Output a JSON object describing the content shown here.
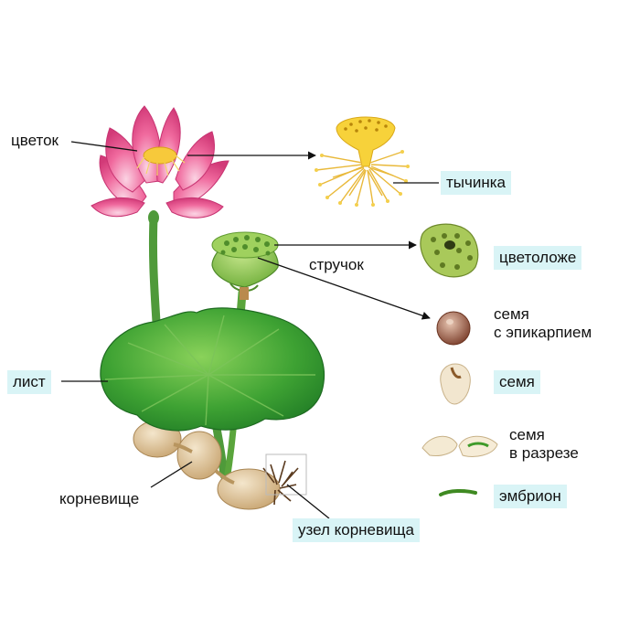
{
  "labels": {
    "flower": "цветок",
    "stamen": "тычинка",
    "pod": "стручок",
    "receptacle": "цветоложе",
    "seed_epicarp_1": "семя",
    "seed_epicarp_2": "с эпикарпием",
    "seed": "семя",
    "seed_cut_1": "семя",
    "seed_cut_2": "в разрезе",
    "embryo": "эмбрион",
    "leaf": "лист",
    "rhizome": "корневище",
    "rhizome_node": "узел корневища"
  },
  "colors": {
    "label_highlight": "#d9f4f6",
    "petal": "#ef5d95",
    "leaf": "#2f9a2b",
    "pod": "#8bc64a",
    "stamen": "#f3c12a",
    "rhizome": "#dcc29a"
  }
}
